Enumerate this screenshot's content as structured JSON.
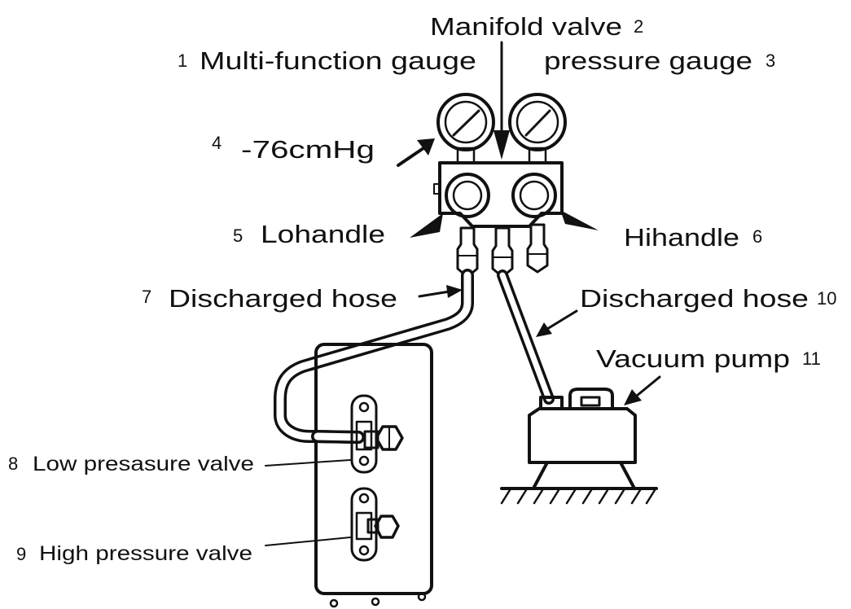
{
  "labels": {
    "l1": {
      "num": "1",
      "text": "Multi-function gauge"
    },
    "l2": {
      "num": "2",
      "text": "Manifold valve"
    },
    "l3": {
      "num": "3",
      "text": "pressure gauge"
    },
    "l4": {
      "num": "4",
      "text": "-76cmHg"
    },
    "l5": {
      "num": "5",
      "text": "Lohandle"
    },
    "l6": {
      "num": "6",
      "text": "Hihandle"
    },
    "l7": {
      "num": "7",
      "text": "Discharged hose"
    },
    "l8": {
      "num": "8",
      "text": "Low presasure valve"
    },
    "l9": {
      "num": "9",
      "text": "High pressure valve"
    },
    "l10": {
      "num": "10",
      "text": "Discharged hose"
    },
    "l11": {
      "num": "11",
      "text": "Vacuum pump"
    }
  }
}
